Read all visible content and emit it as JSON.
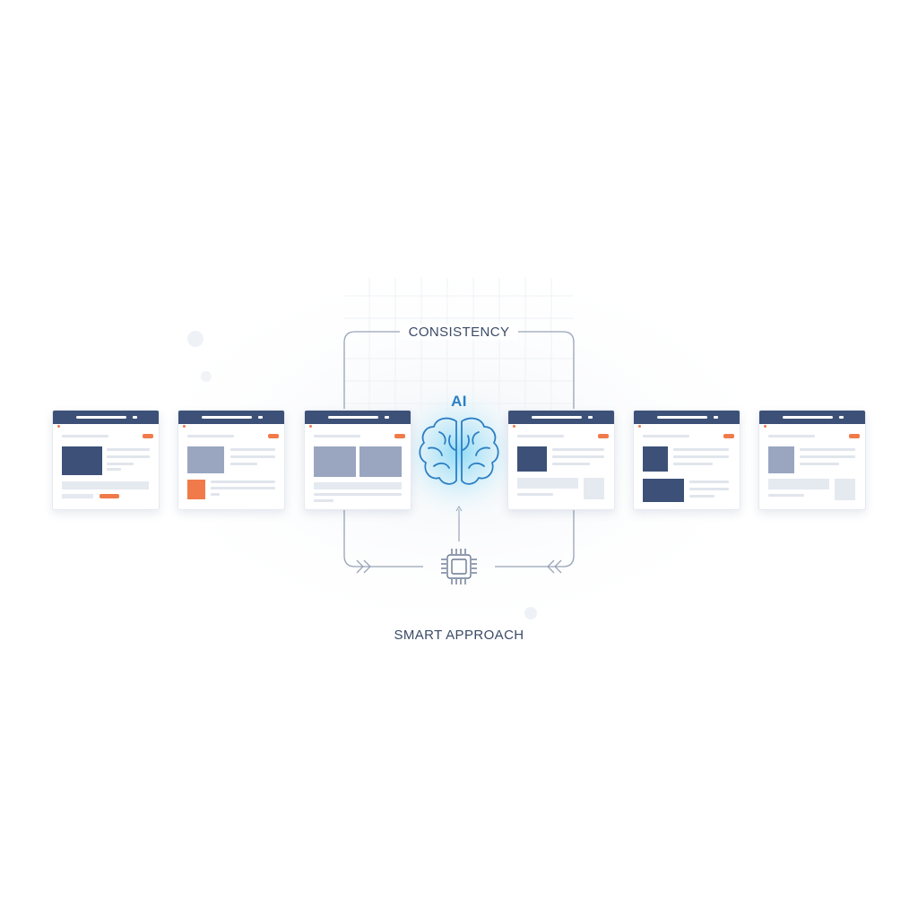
{
  "diagram": {
    "top_label": "CONSISTENCY",
    "center_label": "AI",
    "bottom_label": "SMART APPROACH"
  },
  "icons": {
    "center": "brain-icon",
    "bottom": "chip-icon"
  },
  "colors": {
    "navy": "#3d5178",
    "accent_orange": "#f07a4a",
    "ai_blue": "#2b7fc4",
    "glow": "#7fd6f5",
    "connector": "#98a4b8"
  },
  "pages": [
    {
      "id": "page-1",
      "layout": "hero-dark"
    },
    {
      "id": "page-2",
      "layout": "image-orange"
    },
    {
      "id": "page-3",
      "layout": "two-images"
    },
    {
      "id": "page-4",
      "layout": "image-boxes"
    },
    {
      "id": "page-5",
      "layout": "stacked-dark"
    },
    {
      "id": "page-6",
      "layout": "image-box-light"
    }
  ]
}
